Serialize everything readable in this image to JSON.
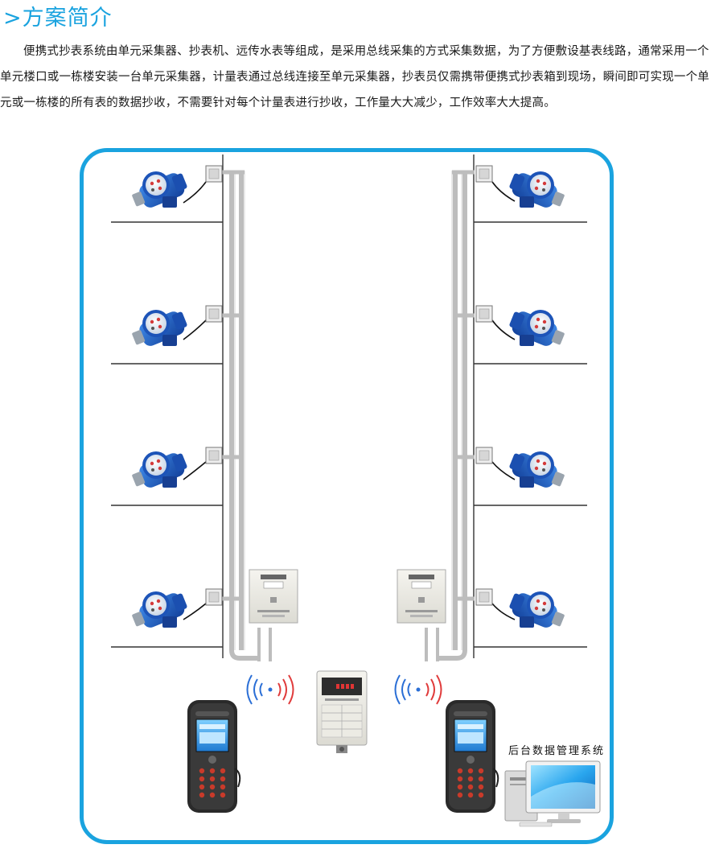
{
  "section": {
    "marker": ">",
    "title": "方案简介"
  },
  "intro_text": "便携式抄表系统由单元采集器、抄表机、远传水表等组成，是采用总线采集的方式采集数据，为了方便敷设基表线路，通常采用一个单元楼口或一栋楼安装一台单元采集器，计量表通过总线连接至单元采集器，抄表员仅需携带便携式抄表箱到现场，瞬间即可实现一个单元或一栋楼的所有表的数据抄收，不需要针对每个计量表进行抄收，工作量大大减少，工作效率大大提高。",
  "diagram": {
    "backend_label": "后台数据管理系统",
    "left_building": {
      "floors": 4,
      "meter_icon": "water-meter-icon"
    },
    "right_building": {
      "floors": 4,
      "meter_icon": "water-meter-icon"
    },
    "collector_icon": "unit-collector-icon",
    "handheld_icon": "handheld-reader-icon",
    "portable_box_icon": "portable-reader-box-icon",
    "wireless_icon": "wireless-signal-icon",
    "computer_icon": "computer-icon",
    "colors": {
      "frame": "#1aa3df",
      "title": "#1aa3df",
      "meter_body": "#1f5fc4",
      "pipe": "#b8b8b8",
      "floor_line": "#333333",
      "signal_inner": "#2b6fd6",
      "signal_outer": "#e03b3b"
    }
  }
}
